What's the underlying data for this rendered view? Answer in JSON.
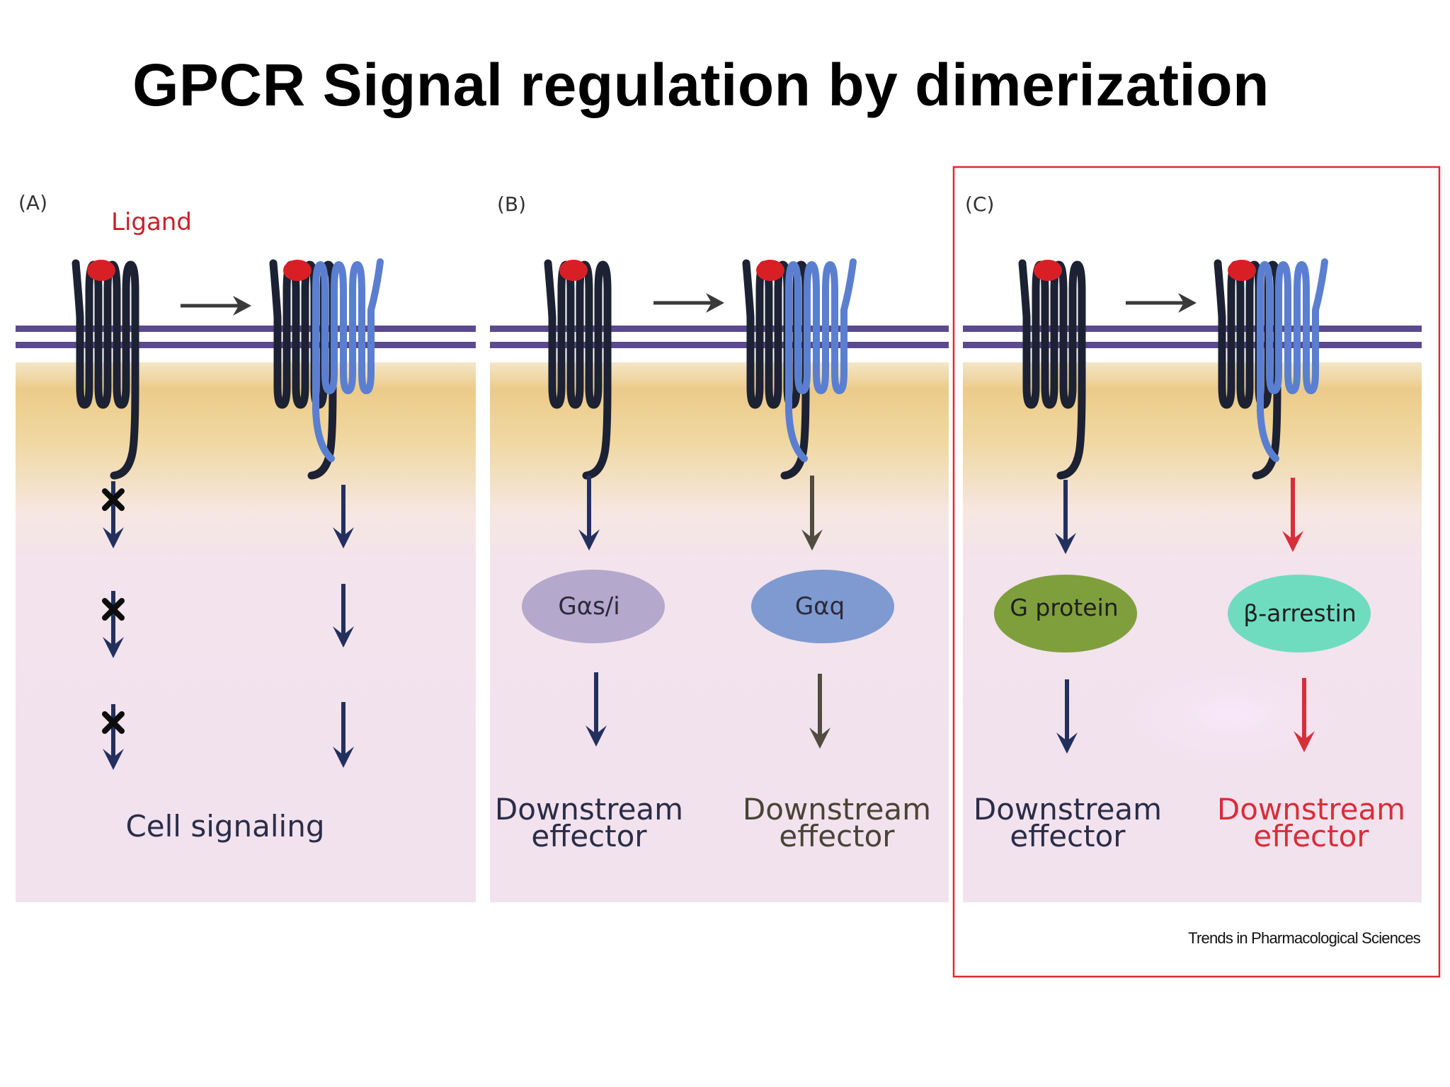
{
  "title": "GPCR Signal regulation by dimerization",
  "colors": {
    "membrane": "#5b4a8e",
    "ligand": "#d81f26",
    "receptor_dark": "#1c2133",
    "receptor_blue": "#5b7fd0",
    "arrow_navy": "#23305e",
    "arrow_brown": "#514b40",
    "arrow_red": "#d62f3a",
    "highlight_box": "#e1292e",
    "galpha_si": "#b4a8cc",
    "galpha_q": "#7e9ad0",
    "g_protein": "#7f9f3c",
    "beta_arrestin": "#6fdcc0"
  },
  "panels": {
    "a": {
      "label": "(A)",
      "ligand_label": "Ligand",
      "footer": "Cell signaling",
      "left_blocked_steps": 3,
      "right_steps": 3
    },
    "b": {
      "label": "(B)",
      "left_node": "Gαs/i",
      "right_node": "Gαq",
      "left_output": [
        "Downstream",
        "effector"
      ],
      "right_output": [
        "Downstream",
        "effector"
      ]
    },
    "c": {
      "label": "(C)",
      "left_node": "G protein",
      "right_node": "β-arrestin",
      "left_output": [
        "Downstream",
        "effector"
      ],
      "right_output": [
        "Downstream",
        "effector"
      ],
      "highlighted": true
    }
  },
  "source": "Trends in Pharmacological Sciences"
}
